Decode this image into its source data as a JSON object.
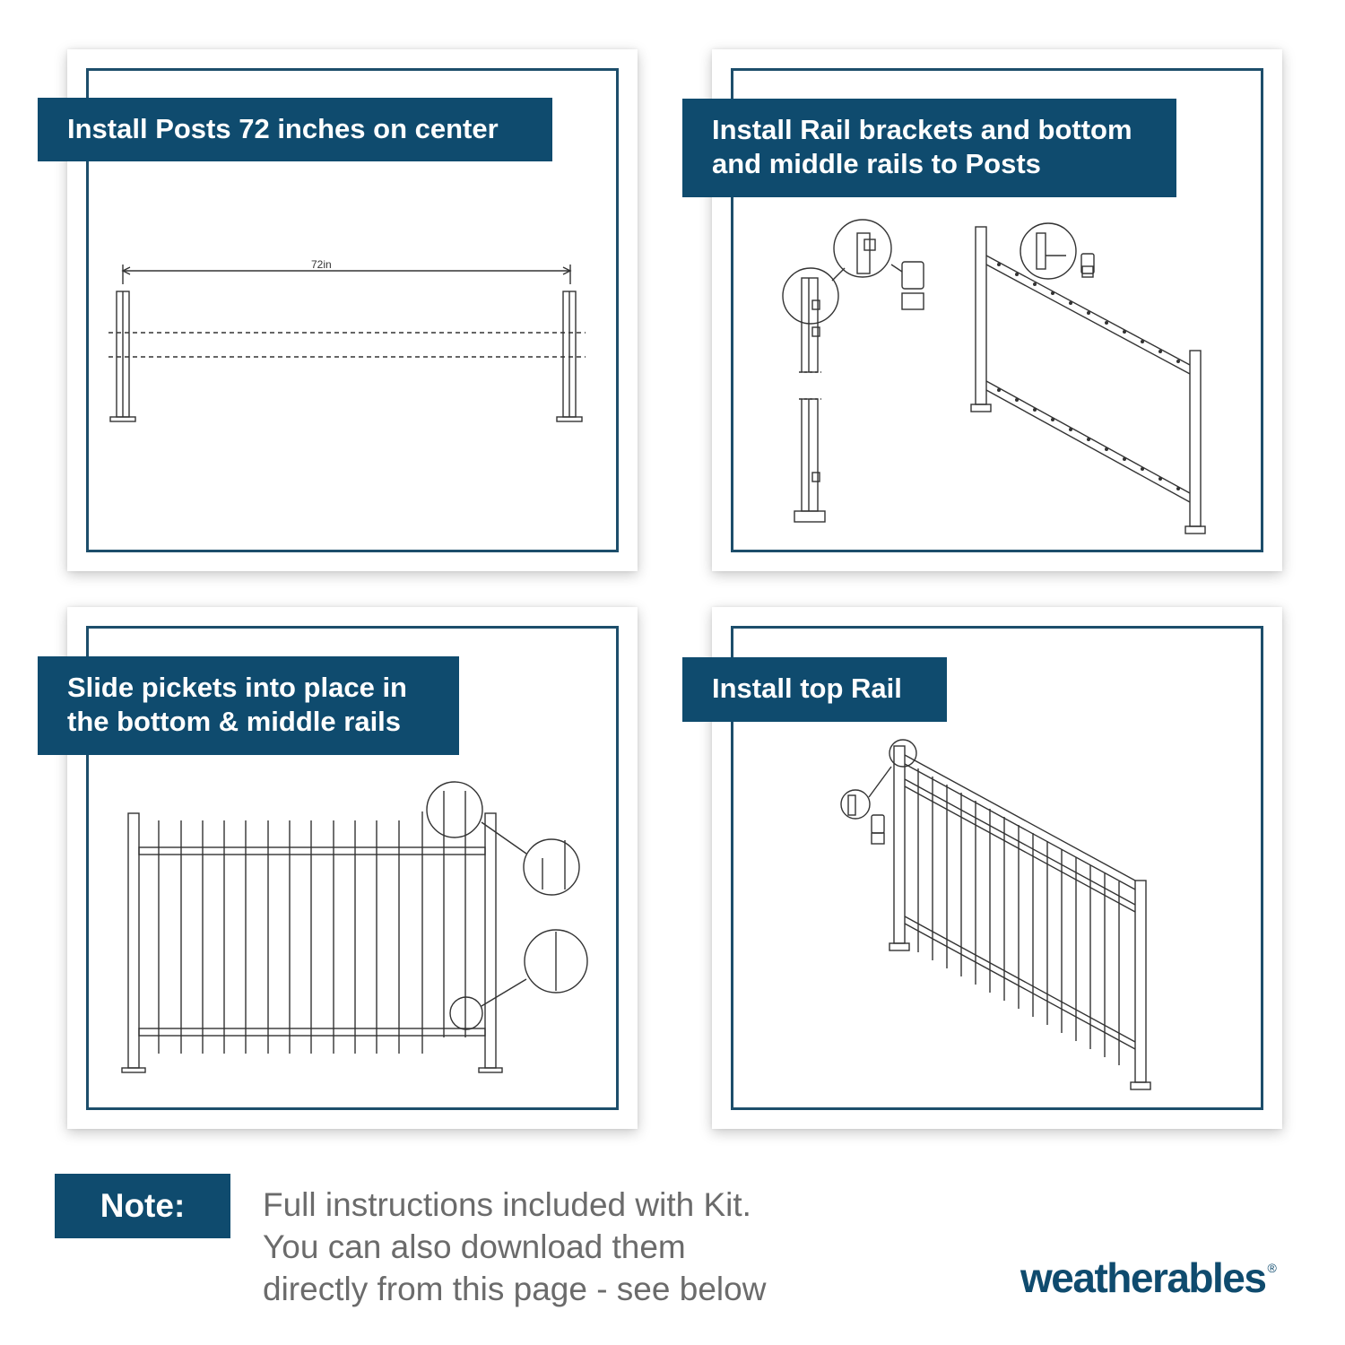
{
  "steps": [
    {
      "lines": [
        "Install Posts 72 inches on center"
      ],
      "dimension_label": "72in"
    },
    {
      "lines": [
        "Install Rail brackets and bottom",
        "and middle rails to Posts"
      ]
    },
    {
      "lines": [
        "Slide pickets into place in",
        "the bottom & middle rails"
      ]
    },
    {
      "lines": [
        "Install top Rail"
      ]
    }
  ],
  "note": {
    "label": "Note:",
    "lines": [
      "Full instructions included with Kit.",
      "You can also download them",
      "directly from this page - see below"
    ]
  },
  "brand": {
    "name": "weatherables",
    "mark": "®"
  },
  "colors": {
    "banner": "#0f4b6e",
    "frame": "#1d4e6b",
    "note_text": "#6b6b6b",
    "drawing": "#333333"
  }
}
